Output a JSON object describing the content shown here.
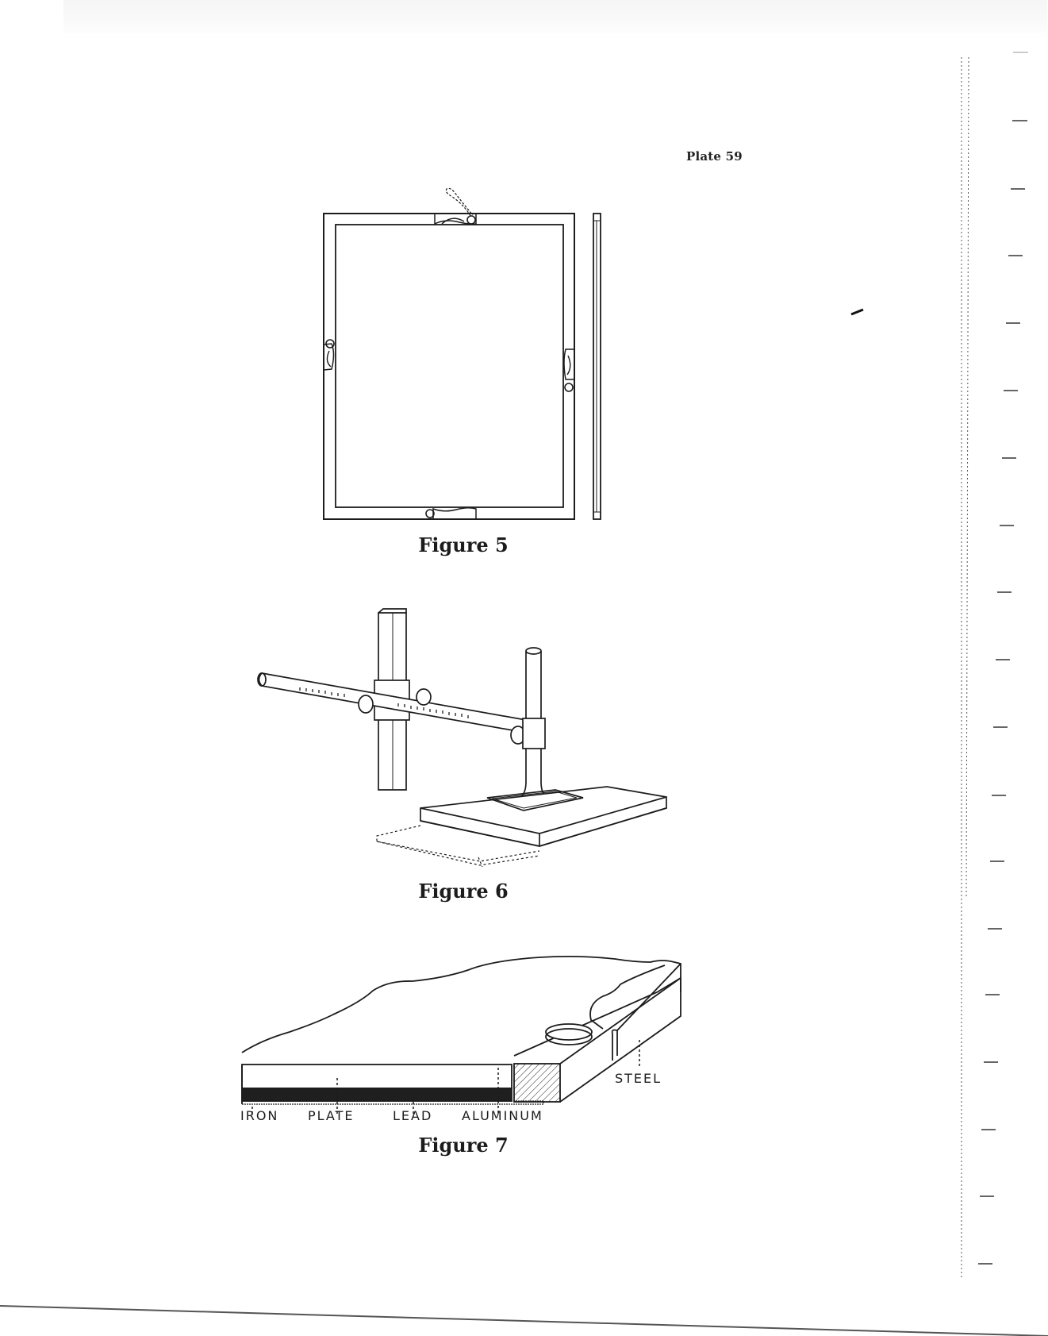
{
  "page": {
    "plate_label": "Plate 59",
    "background_color": "#ffffff",
    "ink_color": "#1c1c1c"
  },
  "figures": [
    {
      "id": "figure-5",
      "caption": "Figure 5",
      "description": "Rectangular plate frame, front view with four rotating clips, and side/edge view"
    },
    {
      "id": "figure-6",
      "caption": "Figure 6",
      "description": "Stand with square upright column, graduated horizontal arm with clamps, round post on flat base with plate holder"
    },
    {
      "id": "figure-7",
      "caption": "Figure 7",
      "description": "Cut-away cross-section of layered plate holder",
      "labels": {
        "iron": "IRON",
        "plate": "PLATE",
        "lead": "LEAD",
        "aluminum": "ALUMINUM",
        "steel": "STEEL"
      }
    }
  ],
  "margin": {
    "tick_marks_count": 19
  }
}
